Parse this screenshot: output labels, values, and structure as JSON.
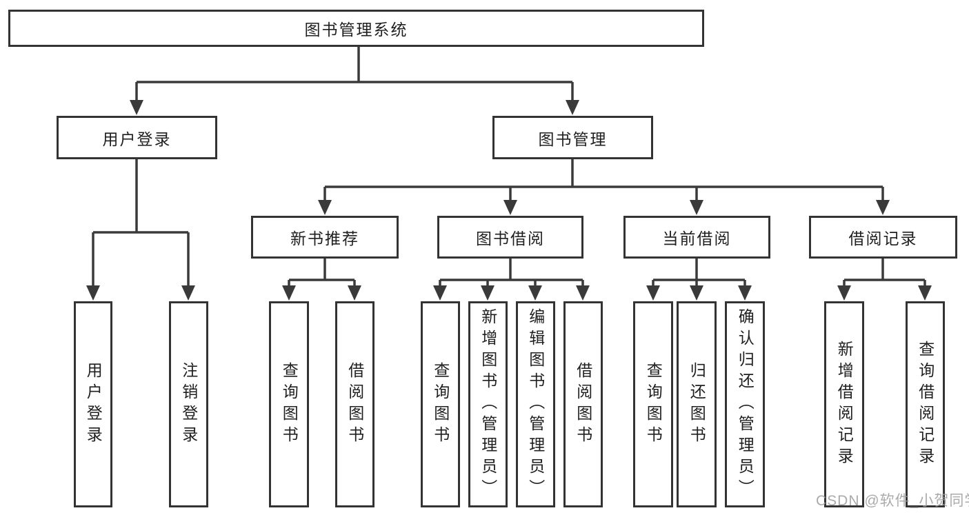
{
  "tree": {
    "label": "图书管理系统",
    "children": [
      {
        "label": "用户登录",
        "children": [
          {
            "label": "用户登录"
          },
          {
            "label": "注销登录"
          }
        ]
      },
      {
        "label": "图书管理",
        "children": [
          {
            "label": "新书推荐",
            "children": [
              {
                "label": "查询图书"
              },
              {
                "label": "借阅图书"
              }
            ]
          },
          {
            "label": "图书借阅",
            "children": [
              {
                "label": "查询图书"
              },
              {
                "label": "新增图书（管理员）"
              },
              {
                "label": "编辑图书（管理员）"
              },
              {
                "label": "借阅图书"
              }
            ]
          },
          {
            "label": "当前借阅",
            "children": [
              {
                "label": "查询图书"
              },
              {
                "label": "归还图书"
              },
              {
                "label": "确认归还（管理员）"
              }
            ]
          },
          {
            "label": "借阅记录",
            "children": [
              {
                "label": "新增借阅记录"
              },
              {
                "label": "查询借阅记录"
              }
            ]
          }
        ]
      }
    ]
  },
  "watermark": {
    "text": "CSDN @软件_小贺同学",
    "color": "#9e9e9e"
  },
  "colors": {
    "background": "#ffffff",
    "connector_line": "#3a3a3a",
    "box_border": "#333333",
    "box_fill": "#ffffff",
    "text": "#1f1f1f"
  }
}
